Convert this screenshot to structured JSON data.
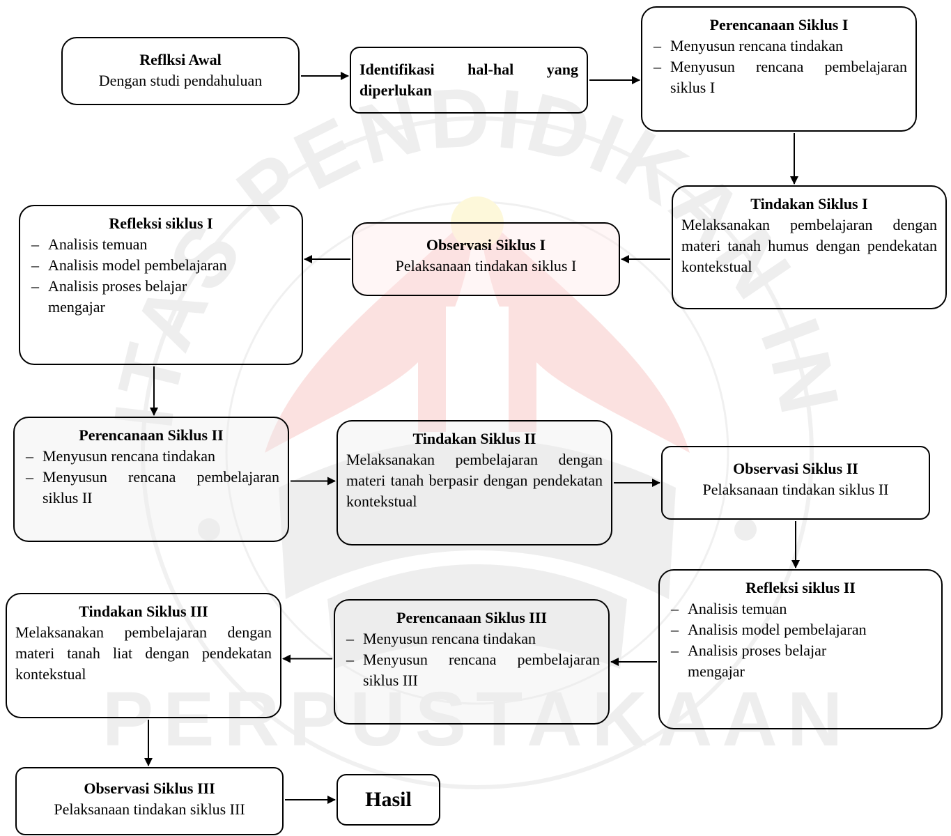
{
  "watermark": {
    "arc_text": "UNIVERSITAS PENDIDIKAN INDONESIA",
    "bottom_text": "PERPUSTAKAAN",
    "colors": {
      "red": "#e8332a",
      "yellow": "#f5d500",
      "gray": "#8a8a8a"
    }
  },
  "nodes": {
    "refleksi_awal": {
      "title": "Reflksi Awal",
      "text": "Dengan studi pendahuluan"
    },
    "identifikasi": {
      "title": "Identifikasi hal-hal yang diperlukan"
    },
    "perencanaan_1": {
      "title": "Perencanaan Siklus I",
      "items": [
        "Menyusun rencana tindakan",
        "Menyusun rencana pembelajaran siklus I"
      ]
    },
    "tindakan_1": {
      "title": "Tindakan Siklus I",
      "text": "Melaksanakan pembelajaran dengan materi tanah humus dengan pendekatan kontekstual"
    },
    "observasi_1": {
      "title": "Observasi Siklus I",
      "text": "Pelaksanaan tindakan siklus I"
    },
    "refleksi_1": {
      "title": "Refleksi siklus I",
      "items": [
        "Analisis temuan",
        "Analisis model pembelajaran",
        "Analisis proses belajar mengajar"
      ]
    },
    "perencanaan_2": {
      "title": "Perencanaan Siklus II",
      "items": [
        "Menyusun rencana tindakan",
        "Menyusun rencana pembelajaran siklus II"
      ]
    },
    "tindakan_2": {
      "title": "Tindakan Siklus II",
      "text": "Melaksanakan pembelajaran dengan materi tanah berpasir dengan pendekatan kontekstual"
    },
    "observasi_2": {
      "title": "Observasi Siklus II",
      "text": "Pelaksanaan tindakan siklus II"
    },
    "refleksi_2": {
      "title": "Refleksi siklus II",
      "items": [
        "Analisis temuan",
        "Analisis model pembelajaran",
        "Analisis proses belajar mengajar"
      ]
    },
    "perencanaan_3": {
      "title": "Perencanaan Siklus III",
      "items": [
        "Menyusun rencana tindakan",
        "Menyusun rencana pembelajaran siklus III"
      ]
    },
    "tindakan_3": {
      "title": "Tindakan Siklus III",
      "text": "Melaksanakan pembelajaran dengan materi tanah liat dengan pendekatan kontekstual"
    },
    "observasi_3": {
      "title": "Observasi Siklus III",
      "text": "Pelaksanaan tindakan siklus III"
    },
    "hasil": {
      "title": "Hasil"
    }
  },
  "edges": [
    [
      "refleksi_awal",
      "identifikasi"
    ],
    [
      "identifikasi",
      "perencanaan_1"
    ],
    [
      "perencanaan_1",
      "tindakan_1"
    ],
    [
      "tindakan_1",
      "observasi_1"
    ],
    [
      "observasi_1",
      "refleksi_1"
    ],
    [
      "refleksi_1",
      "perencanaan_2"
    ],
    [
      "perencanaan_2",
      "tindakan_2"
    ],
    [
      "tindakan_2",
      "observasi_2"
    ],
    [
      "observasi_2",
      "refleksi_2"
    ],
    [
      "refleksi_2",
      "perencanaan_3"
    ],
    [
      "perencanaan_3",
      "tindakan_3"
    ],
    [
      "tindakan_3",
      "observasi_3"
    ],
    [
      "observasi_3",
      "hasil"
    ]
  ]
}
